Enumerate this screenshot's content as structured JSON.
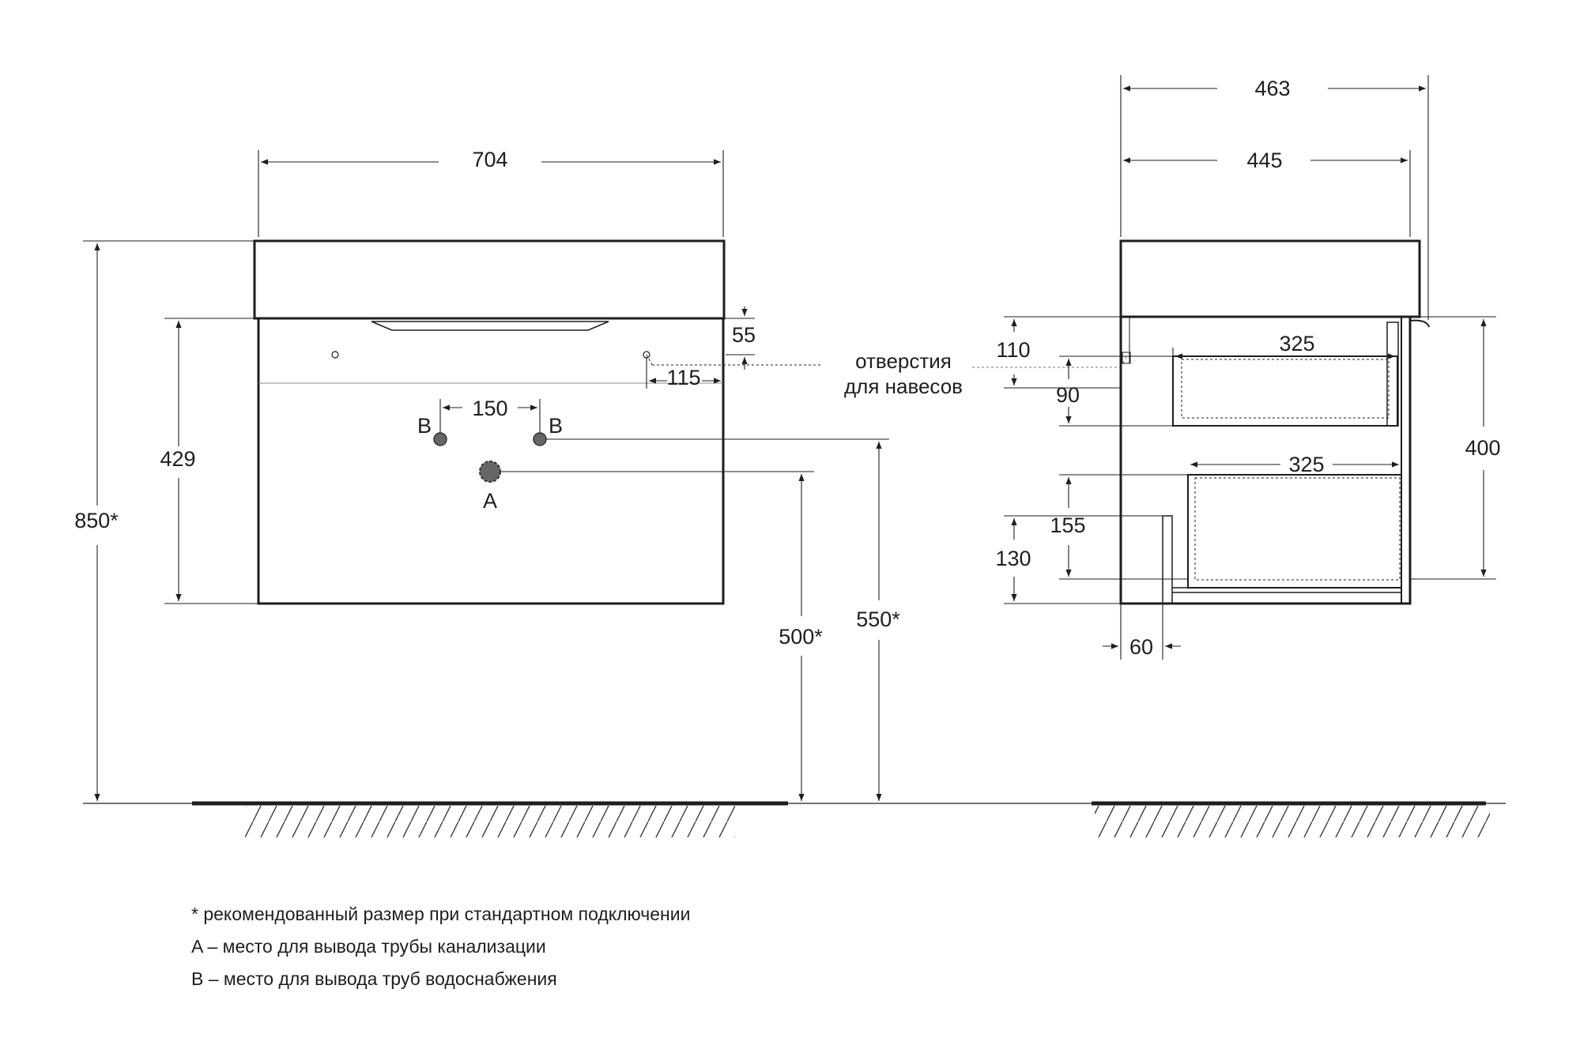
{
  "front_view": {
    "width": "704",
    "height_total": "850*",
    "cabinet_height": "429",
    "hole_offset_vertical": "55",
    "hole_offset_horizontal": "115",
    "pipe_spacing": "150",
    "pipe_label_b": "B",
    "drain_label_a": "A",
    "drain_height": "500*",
    "supply_height": "550*"
  },
  "callout": {
    "line1": "отверстия",
    "line2": "для навесов"
  },
  "side_view": {
    "depth_top": "463",
    "depth_body": "445",
    "hole_offset_top": "110",
    "drawer_gap": "90",
    "drawer_top_depth": "325",
    "drawer_bottom_depth": "325",
    "front_height": "400",
    "lower_step": "155",
    "plinth_height": "130",
    "plinth_depth": "60"
  },
  "notes": [
    "* рекомендованный размер при стандартном подключении",
    "A – место для вывода трубы канализации",
    "B – место для вывода труб водоснабжения"
  ]
}
